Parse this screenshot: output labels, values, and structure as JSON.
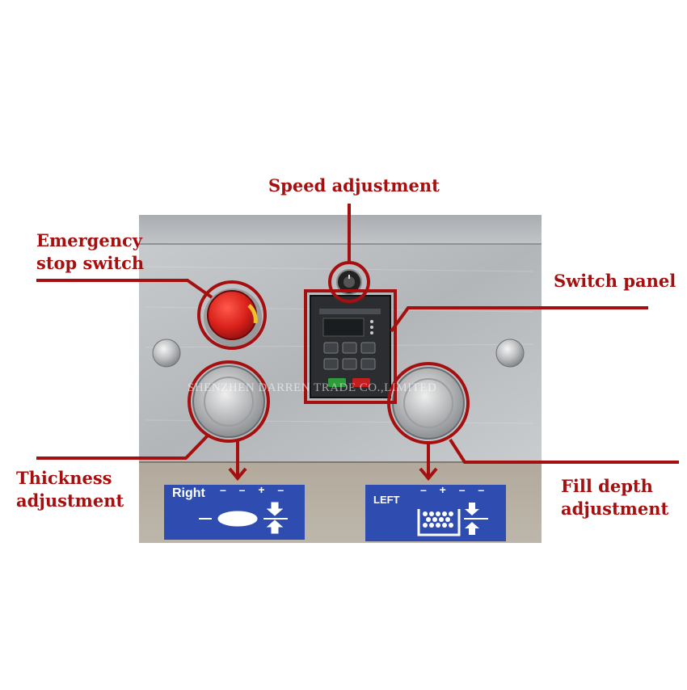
{
  "callouts": {
    "speed": "Speed adjustment",
    "emergency_line1": "Emergency",
    "emergency_line2": "stop switch",
    "switch_panel": "Switch panel",
    "thickness_line1": "Thickness",
    "thickness_line2": "adjustment",
    "fill_line1": "Fill depth",
    "fill_line2": "adjustment"
  },
  "watermark": "SHENZHEN DARREN TRADE CO.,LIMITED",
  "plates": {
    "right_label": "Right",
    "left_label": "LEFT",
    "right_scale": "– – + –",
    "left_scale": "– + – –"
  },
  "colors": {
    "callout_red": "#a50f0f",
    "steel": "#b9bcbf",
    "plate_blue": "#2f4db0",
    "stop_button": "#d8201a"
  }
}
